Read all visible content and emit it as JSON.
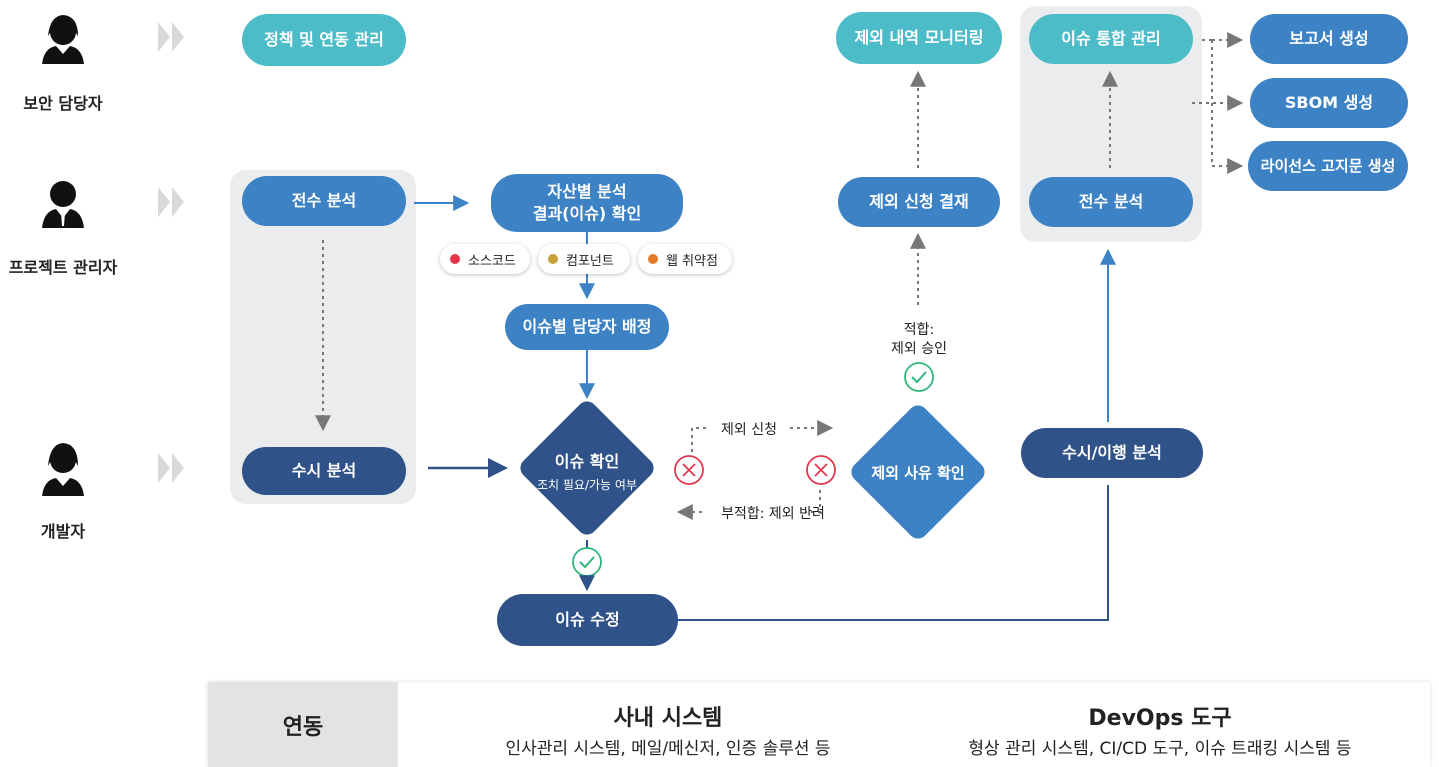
{
  "roles": [
    {
      "label": "보안 담당자"
    },
    {
      "label": "프로젝트 관리자"
    },
    {
      "label": "개발자"
    }
  ],
  "nodes": {
    "policy": "정책 및 연동 관리",
    "full_scan_pm": "전수 분석",
    "adhoc_scan": "수시 분석",
    "asset_result_line1": "자산별 분석",
    "asset_result_line2": "결과(이슈) 확인",
    "assign": "이슈별 담당자 배정",
    "issue_check_title": "이슈 확인",
    "issue_check_sub": "조치 필요/가능 여부",
    "issue_fix": "이슈 수정",
    "exclusion_review": "제외 사유 확인",
    "exclusion_approval": "제외 신청 결재",
    "exclusion_monitor": "제외 내역 모니터링",
    "adhoc_migration": "수시/이행 분석",
    "full_scan_right": "전수 분석",
    "integrated": "이슈 통합 관리",
    "report": "보고서 생성",
    "sbom": "SBOM 생성",
    "license": "라이선스 고지문 생성"
  },
  "tags": [
    {
      "label": "소스코드",
      "color": "#e8344a"
    },
    {
      "label": "컴포넌트",
      "color": "#c9a13c"
    },
    {
      "label": "웹 취약점",
      "color": "#e07a2a"
    }
  ],
  "edge_labels": {
    "apply_exclusion": "제외 신청",
    "reject": "부적합: 제외 반려",
    "approve_line1": "적합:",
    "approve_line2": "제외 승인"
  },
  "integration": {
    "label": "연동",
    "internal_title": "사내 시스템",
    "internal_desc": "인사관리 시스템, 메일/메신저, 인증 솔루션 등",
    "devops_title": "DevOps 도구",
    "devops_desc": "형상 관리 시스템, CI/CD 도구, 이슈 트래킹 시스템 등"
  },
  "colors": {
    "teal": "#4dbcc9",
    "blue": "#3d82c4",
    "navy": "#2f5289",
    "ok_green": "#2fb67c",
    "reject_red": "#e0394f",
    "arrow_gray": "#777777"
  }
}
